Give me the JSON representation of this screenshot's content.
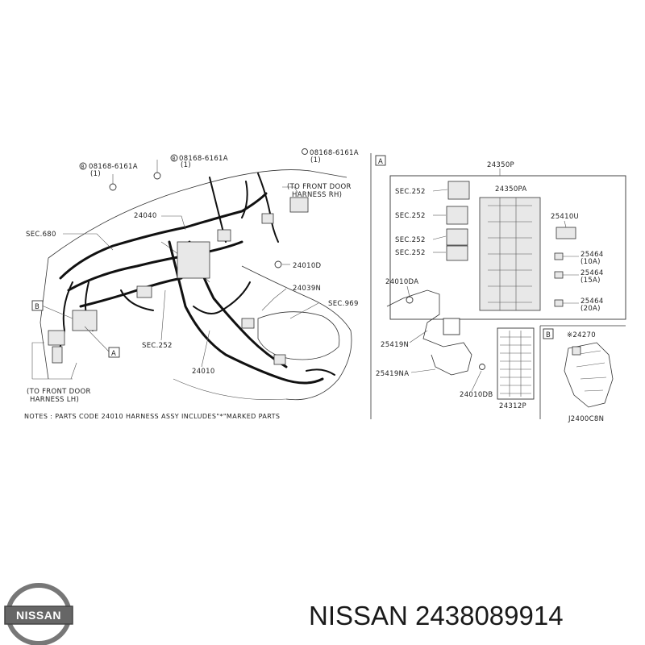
{
  "diagram": {
    "labels": {
      "sec680": "SEC.680",
      "bolt1_code": "08168-6161A",
      "bolt1_qty": "(1)",
      "bolt2_code": "08168-6161A",
      "bolt2_qty": "(1)",
      "bolt3_code": "08168-6161A",
      "bolt3_qty": "(1)",
      "to_front_door_rh_1": "(TO FRONT DOOR",
      "to_front_door_rh_2": "HARNESS RH)",
      "p24040": "24040",
      "p24010D": "24010D",
      "p24039N": "24039N",
      "sec969": "SEC.969",
      "sec252_main": "SEC.252",
      "p24010": "24010",
      "to_front_door_lh_1": "(TO FRONT DOOR",
      "to_front_door_lh_2": "HARNESS LH)",
      "ref_B": "B",
      "ref_A": "A",
      "notes": "NOTES : PARTS CODE 24010 HARNESS ASSY INCLUDES\"*\"MARKED PARTS",
      "detailA": "A",
      "p24350P": "24350P",
      "p24350PA": "24350PA",
      "sec252_a1": "SEC.252",
      "sec252_a2": "SEC.252",
      "sec252_a3": "SEC.252",
      "sec252_a4": "SEC.252",
      "p25410U": "25410U",
      "p25464_1": "25464",
      "amp10": "(10A)",
      "p25464_2": "25464",
      "amp15": "(15A)",
      "p25464_3": "25464",
      "amp20": "(20A)",
      "p24010DA": "24010DA",
      "p25419N": "25419N",
      "p25419NA": "25419NA",
      "p24010DB": "24010DB",
      "p24312P": "24312P",
      "detailB": "B",
      "p24270": "※24270",
      "figure_code": "J2400C8N"
    }
  },
  "footer": {
    "brand_logo_text": "NISSAN",
    "part_line": "NISSAN 2438089914"
  }
}
